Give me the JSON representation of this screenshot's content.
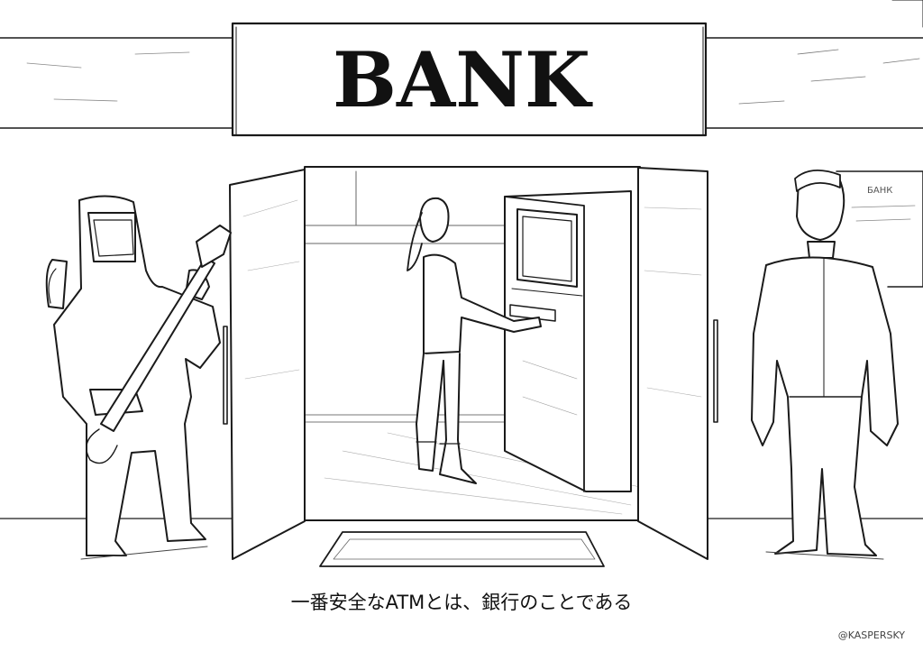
{
  "sign": {
    "title": "BANK"
  },
  "poster": {
    "text": "БАНК"
  },
  "caption": "一番安全なATMとは、銀行のことである",
  "credit": "@KASPERSKY"
}
